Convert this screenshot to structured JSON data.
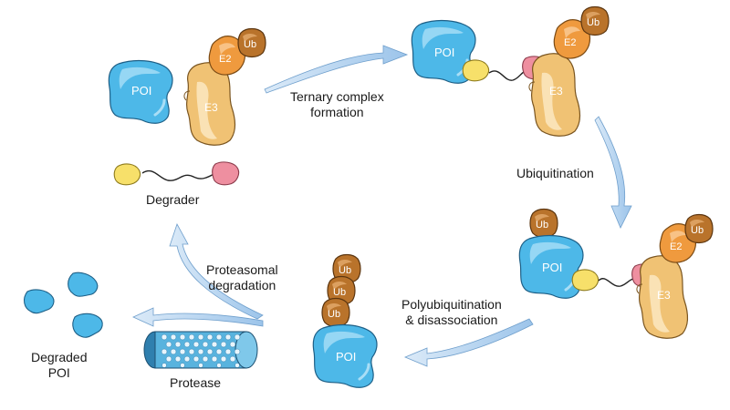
{
  "labels": {
    "degrader": "Degrader",
    "ternary_line1": "Ternary complex",
    "ternary_line2": "formation",
    "ubiquitination": "Ubiquitination",
    "polyubiq_line1": "Polyubiquitination",
    "polyubiq_line2": "& disassociation",
    "proteasomal_line1": "Proteasomal",
    "proteasomal_line2": "degradation",
    "degraded_line1": "Degraded",
    "degraded_line2": "POI",
    "protease": "Protease"
  },
  "proteins": {
    "poi": "POI",
    "e3": "E3",
    "e2": "E2",
    "ub": "Ub"
  },
  "colors": {
    "poi": "#4db8e8",
    "poi_light": "#a9def6",
    "e3": "#f0c274",
    "e3_light": "#fbe6bd",
    "e2": "#ef9a3e",
    "ub": "#b9732b",
    "warhead": "#f7e06a",
    "e3_ligand": "#ee8fa0",
    "arrow": "#a9cdee",
    "proteasome": "#49a9d6"
  }
}
